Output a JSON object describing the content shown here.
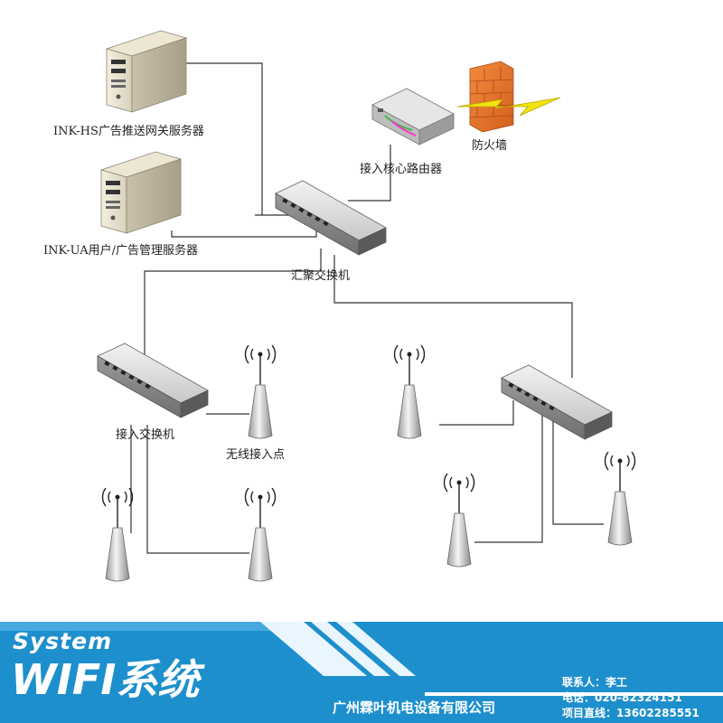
{
  "nodes": {
    "gateway_server": "INK-HS广告推送网关服务器",
    "user_server": "INK-UA用户/广告管理服务器",
    "core_router": "接入核心路由器",
    "firewall": "防火墙",
    "aggregation_switch": "汇聚交换机",
    "access_switch": "接入交换机",
    "access_point": "无线接入点"
  },
  "banner": {
    "system": "System",
    "title": "WIFI系统",
    "company": "广州霖叶机电设备有限公司",
    "contact_person": "联系人：李工",
    "phone": "电话：020-82324151",
    "project_line": "项目直线：13602285551"
  },
  "colors": {
    "banner_bg": "#1e8fcd",
    "firewall": "#e8772e",
    "lightning": "#f2e30f"
  }
}
